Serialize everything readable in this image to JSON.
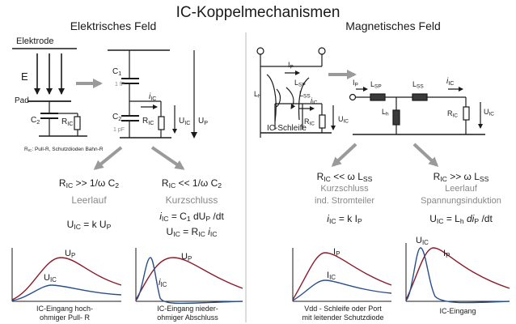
{
  "title": "IC-Koppelmechanismen",
  "left_heading": "Elektrisches Feld",
  "right_heading": "Magnetisches Feld",
  "electric": {
    "elektrode": "Elektrode",
    "E": "E",
    "pad": "Pad",
    "c2": "C",
    "c2_sub": "2",
    "ric": "R",
    "ric_sub": "IC",
    "note": "R",
    "note_sub": "IC",
    "note_rest": ": Pull-R, Schutzdioden Bahn-R",
    "c1": "C",
    "c1_sub": "1",
    "c1_val": "1 fF",
    "c2b": "C",
    "c2b_sub": "2",
    "c2b_val": "1 pF",
    "iic": "i",
    "iic_sub": "IC",
    "ric2": "R",
    "ric2_sub": "IC",
    "uic": "U",
    "uic_sub": "IC",
    "up": "U",
    "up_sub": "P",
    "case_a": {
      "cond_a": "R",
      "cond_a_sub": "IC",
      "cond_b": ">>  1/ω C",
      "cond_b_sub": "2",
      "label": "Leerlauf",
      "eq_a": "U",
      "eq_a_sub": "IC",
      "eq_b": " = k U",
      "eq_b_sub": "P",
      "curve_top": "U",
      "curve_top_sub": "P",
      "curve_low": "U",
      "curve_low_sub": "IC",
      "caption1": "IC-Eingang hoch-",
      "caption2": "ohmiger Pull- R"
    },
    "case_b": {
      "cond_a": "R",
      "cond_a_sub": "IC",
      "cond_b": "<<  1/ω C",
      "cond_b_sub": "2",
      "label": "Kurzschluss",
      "eq1_a": "i",
      "eq1_a_sub": "IC",
      "eq1_b": " = C",
      "eq1_b_sub": "1",
      "eq1_c": " dU",
      "eq1_c_sub": "P",
      "eq1_d": " /dt",
      "eq2_a": "U",
      "eq2_a_sub": "IC",
      "eq2_b": " = R",
      "eq2_b_sub": "IC",
      "eq2_c": "i",
      "eq2_c_sub": "IC",
      "curve_top": "U",
      "curve_top_sub": "P",
      "curve_low": "i",
      "curve_low_sub": "IC",
      "caption1": "IC-Eingang nieder-",
      "caption2": "ohmiger Abschluss"
    }
  },
  "magnetic": {
    "ip": "I",
    "ip_sub": "P",
    "lsp": "L",
    "lsp_sub": "SP",
    "lh": "L",
    "lh_sub": "h",
    "lss": "L",
    "lss_sub": "SS",
    "iic": "i",
    "iic_sub": "IC",
    "ric": "R",
    "ric_sub": "IC",
    "uic": "U",
    "uic_sub": "IC",
    "schleife": "IC-Schleife",
    "ip2": "I",
    "ip2_sub": "P",
    "lsp2": "L",
    "lsp2_sub": "SP",
    "lss2": "L",
    "lss2_sub": "SS",
    "iic2": "i",
    "iic2_sub": "IC",
    "lh2": "L",
    "lh2_sub": "h",
    "ric2": "R",
    "ric2_sub": "IC",
    "uic2": "U",
    "uic2_sub": "IC",
    "case_c": {
      "cond_a": "R",
      "cond_a_sub": "IC",
      "cond_b": " << ω L",
      "cond_b_sub": "SS",
      "label1": "Kurzschluss",
      "label2": "ind. Stromteiler",
      "eq_a": "i",
      "eq_a_sub": "IC",
      "eq_b": " = k I",
      "eq_b_sub": "P",
      "curve_top": "I",
      "curve_top_sub": "P",
      "curve_low": "I",
      "curve_low_sub": "IC",
      "caption1": "Vdd - Schleife oder Port",
      "caption2": "mit leitender Schutzdiode"
    },
    "case_d": {
      "cond_a": "R",
      "cond_a_sub": "IC",
      "cond_b": " >> ω L",
      "cond_b_sub": "SS",
      "label1": "Leerlauf",
      "label2": "Spannungsinduktion",
      "eq_a": "U",
      "eq_a_sub": "IC",
      "eq_b": " = L",
      "eq_b_sub": "h",
      "eq_c": " di",
      "eq_c_sub": "P",
      "eq_d": " /dt",
      "curve_top": "I",
      "curve_top_sub": "P",
      "curve_low": "U",
      "curve_low_sub": "IC",
      "caption1": "IC-Eingang"
    }
  },
  "colors": {
    "up_curve": "#8b1a2b",
    "uic_curve": "#2a4e8a",
    "arrow_gray": "#9a9a9a",
    "divider": "#d0d0d0"
  }
}
